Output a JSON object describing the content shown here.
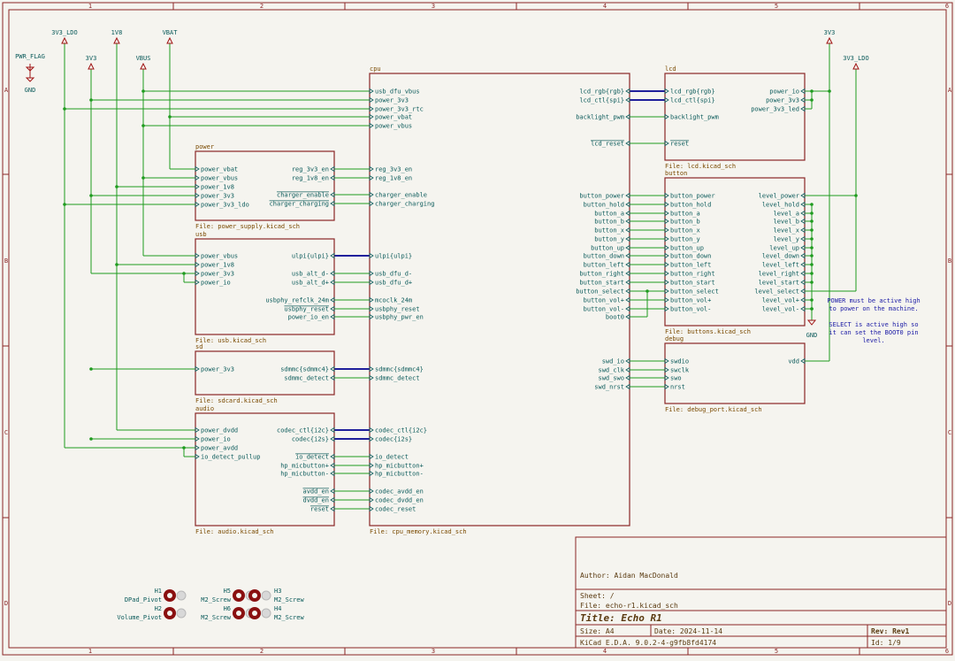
{
  "frame": {
    "cols": [
      "1",
      "2",
      "3",
      "4",
      "5",
      "6"
    ],
    "rows": [
      "A",
      "B",
      "C",
      "D"
    ]
  },
  "power_symbols": {
    "pwr_flag": "PWR_FLAG",
    "gnd_left": "GND",
    "ldo_left": "3V3_LDO",
    "v3v3_left": "3V3",
    "v1v8": "1V8",
    "vbus": "VBUS",
    "vbat": "VBAT",
    "v3v3_right": "3V3",
    "ldo_right": "3V3_LDO",
    "gnd_right": "GND"
  },
  "sheets": {
    "power": {
      "name": "power",
      "file": "File: power_supply.kicad_sch",
      "left_pins": [
        "power_vbat",
        "power_vbus",
        "power_1v8",
        "power_3v3",
        "power_3v3_ldo"
      ],
      "right_pins": [
        "reg_3v3_en",
        "reg_1v8_en",
        "charger_enable",
        "charger_charging"
      ]
    },
    "usb": {
      "name": "usb",
      "file": "File: usb.kicad_sch",
      "left_pins": [
        "power_vbus",
        "power_1v8",
        "power_3v3",
        "power_io"
      ],
      "right_pins": [
        "ulpi{ulpi}",
        "usb_alt_d-",
        "usb_alt_d+",
        "usbphy_refclk_24m",
        "usbphy_reset",
        "power_io_en"
      ]
    },
    "sd": {
      "name": "sd",
      "file": "File: sdcard.kicad_sch",
      "left_pins": [
        "power_3v3"
      ],
      "right_pins": [
        "sdmmc{sdmmc4}",
        "sdmmc_detect"
      ]
    },
    "audio": {
      "name": "audio",
      "file": "File: audio.kicad_sch",
      "left_pins": [
        "power_dvdd",
        "power_io",
        "power_avdd",
        "io_detect_pullup"
      ],
      "right_pins": [
        "codec_ctl{i2c}",
        "codec{i2s}",
        "io_detect",
        "hp_micbutton+",
        "hp_micbutton-",
        "avdd_en",
        "dvdd_en",
        "reset"
      ]
    },
    "cpu": {
      "name": "cpu",
      "file": "File: cpu_memory.kicad_sch",
      "left_pins": [
        "usb_dfu_vbus",
        "power_3v3",
        "power_3v3_rtc",
        "power_vbat",
        "power_vbus",
        "reg_3v3_en",
        "reg_1v8_en",
        "charger_enable",
        "charger_charging",
        "ulpi{ulpi}",
        "usb_dfu_d-",
        "usb_dfu_d+",
        "mcoclk_24m",
        "usbphy_reset",
        "usbphy_pwr_en",
        "sdmmc{sdmmc4}",
        "sdmmc_detect",
        "codec_ctl{i2c}",
        "codec{i2s}",
        "io_detect",
        "hp_micbutton+",
        "hp_micbutton-",
        "codec_avdd_en",
        "codec_dvdd_en",
        "codec_reset"
      ],
      "right_pins": [
        "lcd_rgb{rgb}",
        "lcd_ctl{spi}",
        "backlight_pwm",
        "lcd_reset",
        "button_power",
        "button_hold",
        "button_a",
        "button_b",
        "button_x",
        "button_y",
        "button_up",
        "button_down",
        "button_left",
        "button_right",
        "button_start",
        "button_select",
        "button_vol+",
        "button_vol-",
        "boot0",
        "swd_io",
        "swd_clk",
        "swd_swo",
        "swd_nrst"
      ]
    },
    "lcd": {
      "name": "lcd",
      "file": "File: lcd.kicad_sch",
      "left_pins": [
        "lcd_rgb{rgb}",
        "lcd_ctl{spi}",
        "backlight_pwm",
        "reset"
      ],
      "right_pins": [
        "power_io",
        "power_3v3",
        "power_3v3_led"
      ]
    },
    "button": {
      "name": "button",
      "file": "File: buttons.kicad_sch",
      "left_pins": [
        "button_power",
        "button_hold",
        "button_a",
        "button_b",
        "button_x",
        "button_y",
        "button_up",
        "button_down",
        "button_left",
        "button_right",
        "button_start",
        "button_select",
        "button_vol+",
        "button_vol-"
      ],
      "right_pins": [
        "level_power",
        "level_hold",
        "level_a",
        "level_b",
        "level_x",
        "level_y",
        "level_up",
        "level_down",
        "level_left",
        "level_right",
        "level_start",
        "level_select",
        "level_vol+",
        "level_vol-"
      ]
    },
    "debug": {
      "name": "debug",
      "file": "File: debug_port.kicad_sch",
      "left_pins": [
        "swdio",
        "swclk",
        "swo",
        "nrst"
      ],
      "right_pins": [
        "vdd"
      ]
    }
  },
  "note": {
    "lines": [
      "POWER must be active high",
      "to power on the machine.",
      "",
      "SELECT is active high so",
      "it can set the BOOT0 pin",
      "level."
    ]
  },
  "holes": {
    "h1": {
      "ref": "H1",
      "value": "DPad_Pivot"
    },
    "h2": {
      "ref": "H2",
      "value": "Volume_Pivot"
    },
    "h5": {
      "ref": "H5",
      "value": "M2_Screw"
    },
    "h3": {
      "ref": "H3",
      "value": "M2_Screw"
    },
    "h6": {
      "ref": "H6",
      "value": "M2_Screw"
    },
    "h4": {
      "ref": "H4",
      "value": "M2_Screw"
    }
  },
  "title_block": {
    "author": "Author: Aidan MacDonald",
    "sheet": "Sheet: /",
    "file": "File: echo-r1.kicad_sch",
    "title": "Title: Echo R1",
    "size": "Size: A4",
    "date": "Date: 2024-11-14",
    "rev": "Rev: Rev1",
    "tool": "KiCad E.D.A. 9.0.2-4-g9fb8fd4174",
    "id": "Id: 1/9"
  },
  "colors": {
    "background": "#f5f4ef",
    "frame": "#8a2626",
    "sheet_border": "#8a2626",
    "wire": "#1f9b1f",
    "bus": "#1f1f9b",
    "pin_text": "#0a5a5a",
    "label_text": "#7a4a00",
    "note_text": "#1a1aa5",
    "power": "#a01414"
  }
}
